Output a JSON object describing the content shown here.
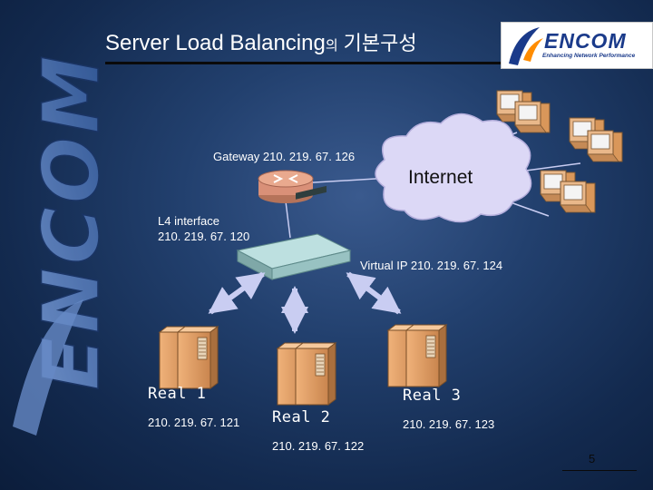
{
  "slide": {
    "title_en": "Server Load Balancing",
    "title_ko_particle": "의",
    "title_ko": "기본구성",
    "page_number": "5"
  },
  "logo": {
    "text": "ENCOM",
    "subtitle": "Enhancing Network Performance",
    "watermark": "ENCOM"
  },
  "diagram": {
    "gateway_label": "Gateway 210. 219. 67. 126",
    "internet_label": "Internet",
    "l4_label_line1": "L4 interface",
    "l4_label_line2": "210. 219. 67. 120",
    "virtual_ip_label": "Virtual IP 210. 219. 67. 124",
    "servers": [
      {
        "name": "Real 1",
        "ip": "210. 219. 67. 121"
      },
      {
        "name": "Real 2",
        "ip": "210. 219. 67. 122"
      },
      {
        "name": "Real 3",
        "ip": "210. 219. 67. 123"
      }
    ]
  },
  "colors": {
    "background": "#1e3a68",
    "cloud": "#dcd8f6",
    "router": "#e9a98e",
    "server": "#e3a068",
    "arrow": "#c9cdf2",
    "switch": "#98c2c2",
    "logo_blue": "#1a3a8a"
  }
}
